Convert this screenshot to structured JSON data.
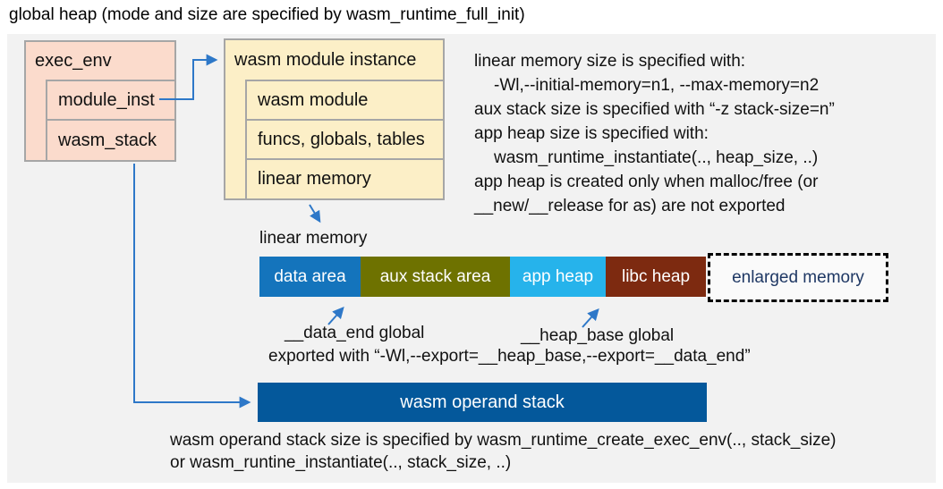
{
  "title": "global heap (mode and size are specified by wasm_runtime_full_init)",
  "exec_env_box": {
    "header": "exec_env",
    "rows": [
      {
        "label": "module_inst"
      },
      {
        "label": "wasm_stack"
      }
    ],
    "fill": "#fbdbcc",
    "border": "#a6a6a6"
  },
  "module_instance_box": {
    "header": "wasm module instance",
    "rows": [
      {
        "label": "wasm module"
      },
      {
        "label": "funcs, globals, tables"
      },
      {
        "label": "linear memory"
      }
    ],
    "fill": "#fcefc7",
    "border": "#a6a6a6"
  },
  "notes": {
    "lines": [
      {
        "text": "linear memory size is specified with:",
        "indent": false
      },
      {
        "text": "-Wl,--initial-memory=n1, --max-memory=n2",
        "indent": true
      },
      {
        "text": "aux stack size is specified with “-z stack-size=n”",
        "indent": false
      },
      {
        "text": "app heap size is specified with:",
        "indent": false
      },
      {
        "text": "wasm_runtime_instantiate(.., heap_size, ..)",
        "indent": true
      },
      {
        "text": "app heap is created only when malloc/free (or",
        "indent": false
      },
      {
        "text": "__new/__release for as) are not exported",
        "indent": false
      }
    ]
  },
  "linear_memory": {
    "label": "linear memory",
    "segments": [
      {
        "label": "data area",
        "color": "#1474bc"
      },
      {
        "label": "aux stack area",
        "color": "#6e7200"
      },
      {
        "label": "app heap",
        "color": "#26b3eb"
      },
      {
        "label": "libc heap",
        "color": "#7d2a10"
      },
      {
        "label": "enlarged memory",
        "color": "#fafafa",
        "dashed": true,
        "text_color": "#1f3864"
      }
    ]
  },
  "annotations": {
    "data_end_label": "__data_end global",
    "heap_base_label": "__heap_base global",
    "export_line": "exported with “-Wl,--export=__heap_base,--export=__data_end”"
  },
  "operand_stack": {
    "label": "wasm operand stack",
    "color": "#04589b"
  },
  "footer": {
    "lines": [
      "wasm operand stack size is specified by wasm_runtime_create_exec_env(.., stack_size)",
      "or wasm_runtine_instantiate(.., stack_size, ..)"
    ]
  },
  "arrow_color": "#2e78c8",
  "background_color": "#f2f2f2"
}
